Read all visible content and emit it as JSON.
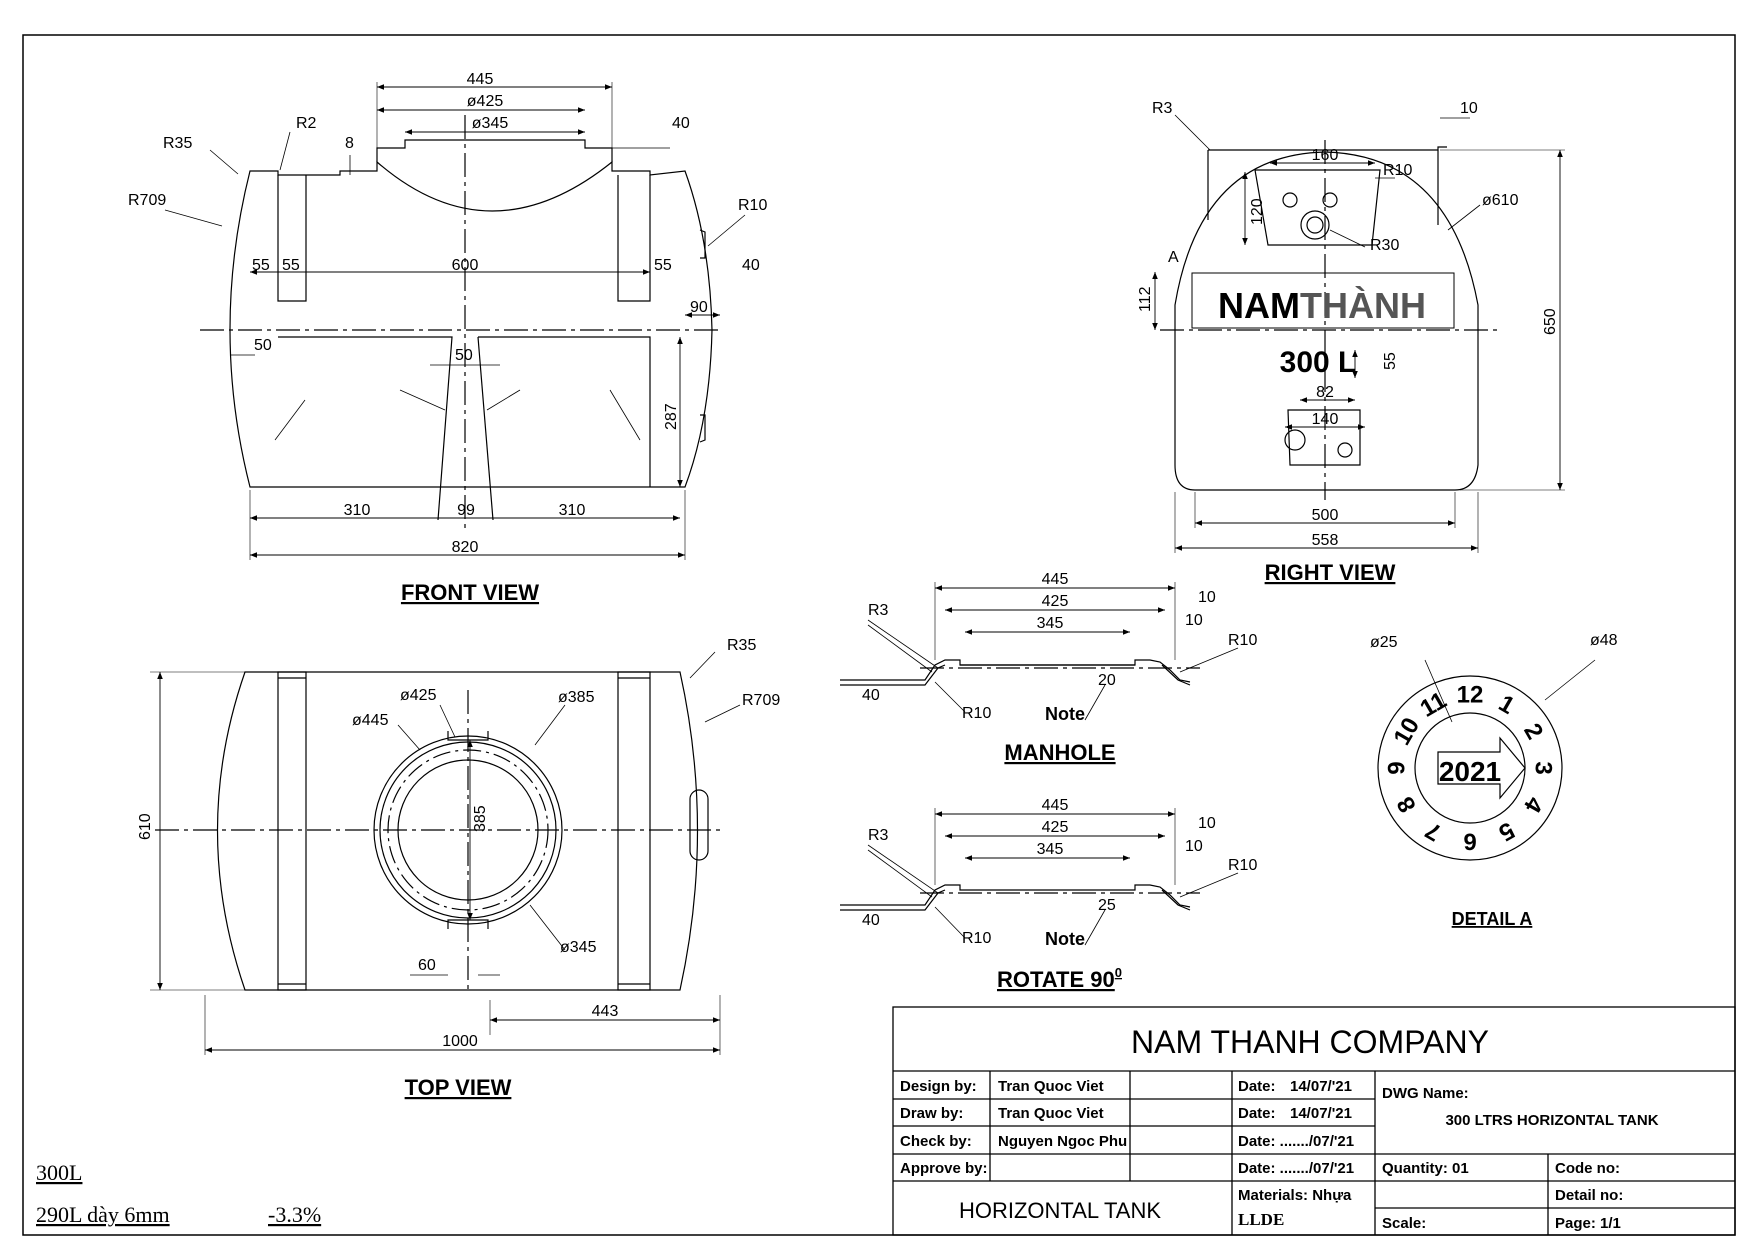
{
  "views": {
    "front_title": "FRONT VIEW",
    "right_title": "RIGHT VIEW",
    "top_title": "TOP VIEW",
    "manhole_title": "MANHOLE",
    "rotate_title": "ROTATE 90",
    "rotate_sup": "0",
    "detail_title": "DETAIL A",
    "note_label": "Note"
  },
  "front_dims": {
    "d445": "445",
    "d425": "ø425",
    "d345": "ø345",
    "d40a": "40",
    "d8": "8",
    "r2": "R2",
    "r35": "R35",
    "r709": "R709",
    "r10": "R10",
    "d40b": "40",
    "d55a": "55",
    "d55b": "55",
    "d600": "600",
    "d55c": "55",
    "d90": "90",
    "d50a": "50",
    "d50b": "50",
    "d287": "287",
    "d310a": "310",
    "d99": "99",
    "d310b": "310",
    "d820": "820"
  },
  "right_dims": {
    "r3": "R3",
    "d10": "10",
    "d160": "160",
    "r10": "R10",
    "d610": "ø610",
    "d120": "120",
    "r30": "R30",
    "d112": "112",
    "d650": "650",
    "d55": "55",
    "d82": "82",
    "d140": "140",
    "d500": "500",
    "d558": "558",
    "brand": "NAMTHÀNH",
    "brand_a": "NAM",
    "brand_b": "THÀNH",
    "capacity": "300 L",
    "marker": "A"
  },
  "top_dims": {
    "r35": "R35",
    "r709": "R709",
    "d425": "ø425",
    "d385a": "ø385",
    "d445": "ø445",
    "d385b": "385",
    "d345": "ø345",
    "d60": "60",
    "d443": "443",
    "d610": "610",
    "d1000": "1000"
  },
  "manhole_dims": {
    "d445": "445",
    "d425": "425",
    "d345": "345",
    "d10a": "10",
    "d10b": "10",
    "r3": "R3",
    "r10a": "R10",
    "r10b": "R10",
    "d40": "40",
    "d20": "20"
  },
  "rotate_dims": {
    "d445": "445",
    "d425": "425",
    "d345": "345",
    "d10a": "10",
    "d10b": "10",
    "r3": "R3",
    "r10a": "R10",
    "r10b": "R10",
    "d40": "40",
    "d25": "25"
  },
  "detail": {
    "d25": "ø25",
    "d48": "ø48",
    "year": "2021",
    "months": [
      "1",
      "2",
      "3",
      "4",
      "5",
      "6",
      "7",
      "8",
      "9",
      "10",
      "11",
      "12"
    ]
  },
  "notes": {
    "line1": "300L",
    "line2": "290L dày 6mm",
    "line3": "-3.3%"
  },
  "title_block": {
    "company": "NAM THANH COMPANY",
    "design_label": "Design by:",
    "design_name": "Tran Quoc Viet",
    "draw_label": "Draw by:",
    "draw_name": "Tran Quoc Viet",
    "check_label": "Check by:",
    "check_name": "Nguyen Ngoc Phu",
    "approve_label": "Approve by:",
    "date1_label": "Date:",
    "date1_value": "14/07/'21",
    "date2_label": "Date:",
    "date2_value": "14/07/'21",
    "date3": "Date: ......./07/'21",
    "date4": "Date: ......./07/'21",
    "dwg_label": "DWG Name:",
    "dwg_name": "300 LTRS HORIZONTAL TANK",
    "quantity": "Quantity: 01",
    "code": "Code no:",
    "detail": "Detail no:",
    "scale": "Scale:",
    "page": "Page: 1/1",
    "product": "HORIZONTAL TANK",
    "materials_l1": "Materials: Nhựa",
    "materials_l2": "LLDE"
  },
  "colors": {
    "brand_red": "#d9232d",
    "brand_gray": "#555555",
    "line": "#000000"
  }
}
